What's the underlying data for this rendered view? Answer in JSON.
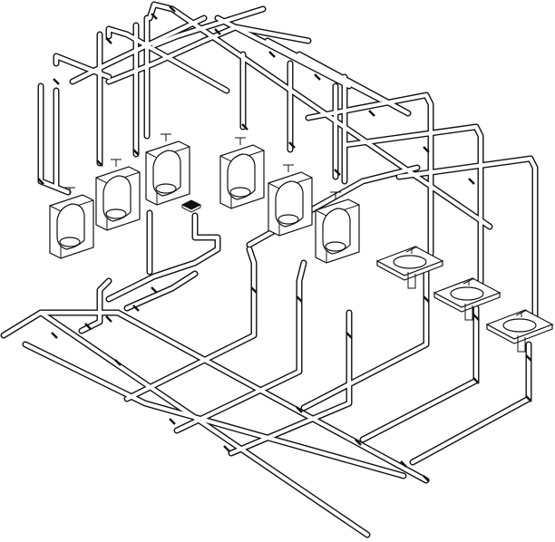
{
  "drawing": {
    "kind": "isometric-plumbing-riser",
    "line_color": "#111111",
    "background": "#ffffff",
    "fixtures": {
      "urinals": 6,
      "lavatories": 3,
      "floor_drains": 1
    }
  }
}
